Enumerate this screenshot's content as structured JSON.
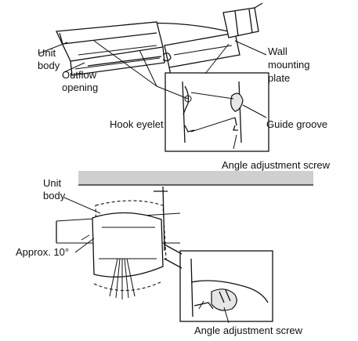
{
  "labels": {
    "unit_body_top": [
      "Unit",
      "body"
    ],
    "outflow_opening": [
      "Outflow",
      "opening"
    ],
    "wall_mounting_plate": [
      "Wall",
      "mounting",
      "plate"
    ],
    "hook_eyelet": "Hook eyelet",
    "guide_groove": "Guide groove",
    "angle_screw_top": "Angle adjustment screw",
    "unit_body_bottom": [
      "Unit",
      "body"
    ],
    "approx_angle": "Approx. 10°",
    "angle_screw_bottom": "Angle adjustment screw"
  }
}
